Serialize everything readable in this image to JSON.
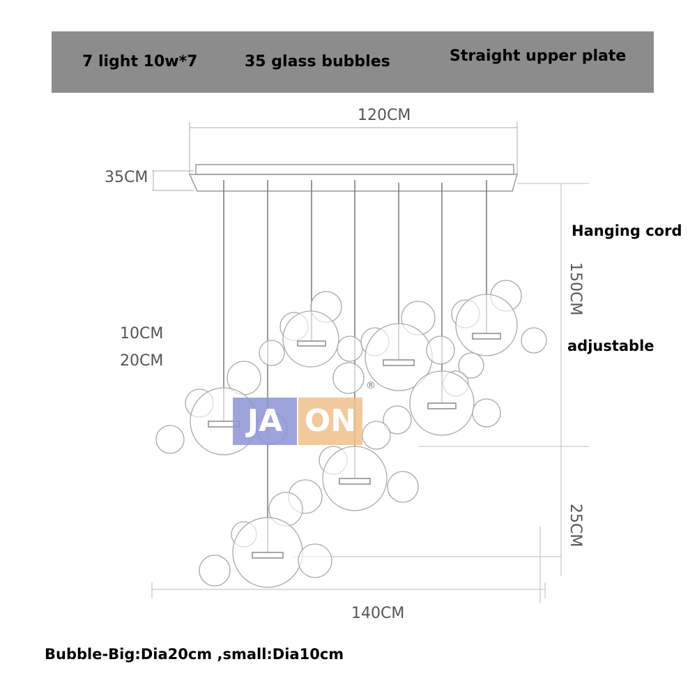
{
  "banner": {
    "item1": "7 light 10w*7",
    "item2": "35 glass bubbles",
    "item3": "Straight upper plate",
    "background": "#8c8c8c"
  },
  "dimensions": {
    "width_top": "120CM",
    "plate_depth": "35CM",
    "cord_length": "150CM",
    "bubble_small": "10CM",
    "bubble_big": "20CM",
    "lowest_offset": "25CM",
    "width_bottom": "140CM"
  },
  "notes": {
    "hanging": "Hanging cord",
    "adjustable": "adjustable",
    "bubble_spec": "Bubble-Big:Dia20cm ,small:Dia10cm"
  },
  "logo": {
    "left": "JA",
    "right": "ON",
    "registered": "®",
    "left_color": "#8f93d6",
    "right_color": "#efc08c"
  },
  "colors": {
    "line": "#999999",
    "bubble_stroke": "#a8a8a8"
  }
}
